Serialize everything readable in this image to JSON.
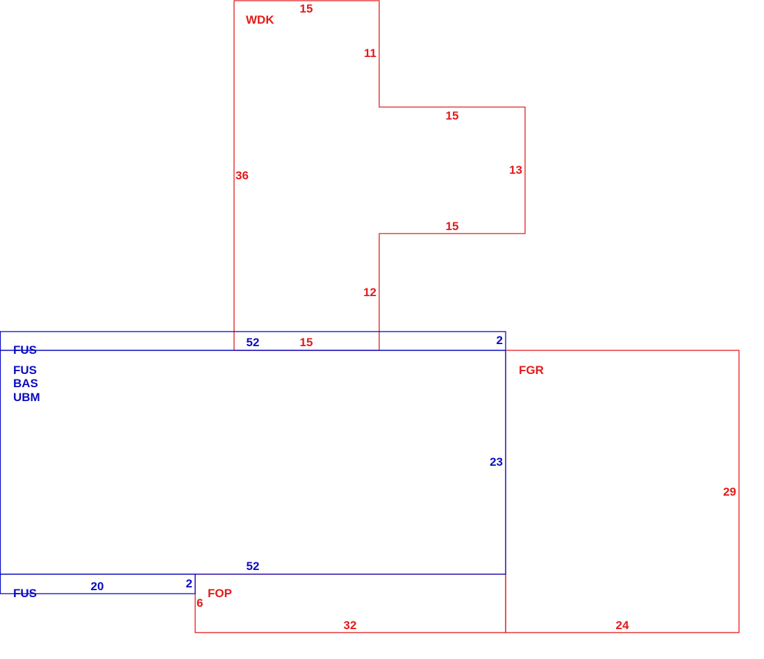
{
  "colors": {
    "red": "#e31a1a",
    "blue": "#0b0bc2"
  },
  "areas": {
    "wdk": {
      "code": "WDK",
      "dims": {
        "top": "15",
        "right_upper": "11",
        "step_top": "15",
        "right_outer": "13",
        "step_bottom": "15",
        "right_lower": "12",
        "left": "36",
        "bottom": "15"
      }
    },
    "fus_strip_top": {
      "code": "FUS",
      "dims": {
        "top": "52",
        "right": "2"
      }
    },
    "main": {
      "codes": [
        "FUS",
        "BAS",
        "UBM"
      ],
      "dims": {
        "right": "23",
        "bottom": "52"
      }
    },
    "fgr": {
      "code": "FGR",
      "dims": {
        "right": "29",
        "bottom": "24"
      }
    },
    "fus_strip_bottom": {
      "code": "FUS",
      "dims": {
        "top": "20",
        "right": "2"
      }
    },
    "fop": {
      "code": "FOP",
      "dims": {
        "left": "6",
        "bottom": "32"
      }
    }
  }
}
